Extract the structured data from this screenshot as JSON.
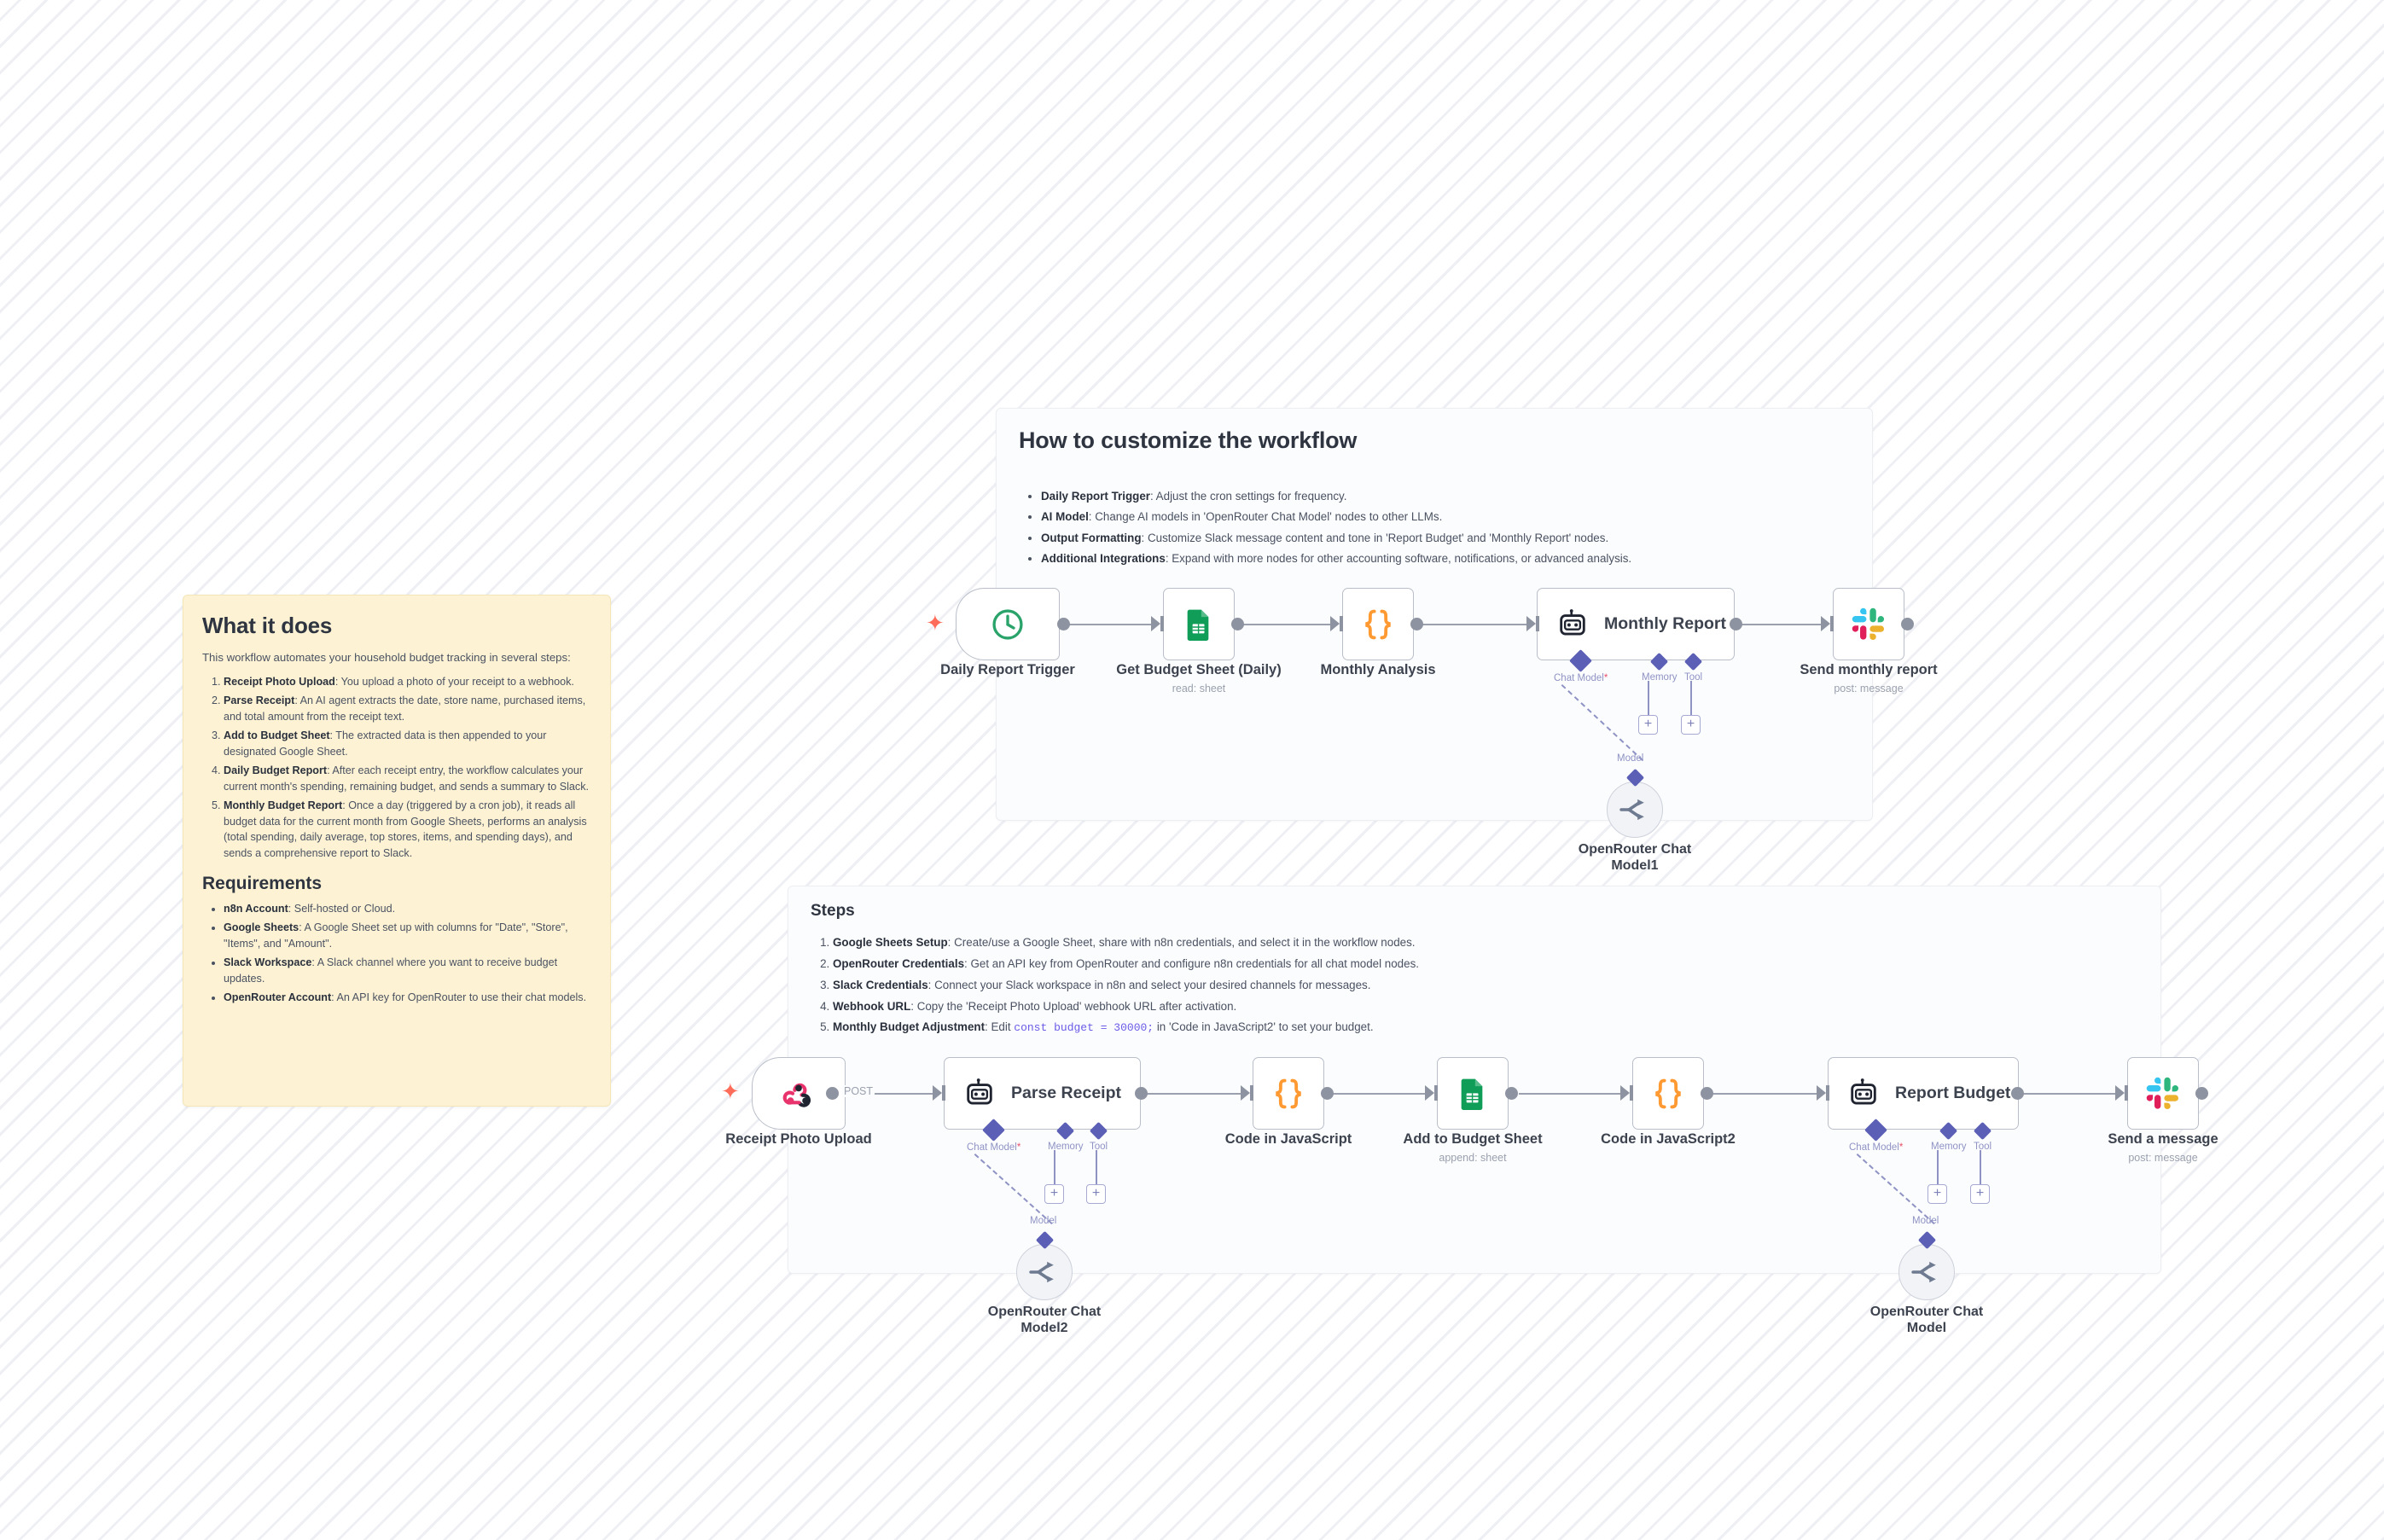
{
  "canvas": {
    "background_color": "#ffffff",
    "stripe_color": "#d6d8e4"
  },
  "notes": {
    "customize": {
      "title": "How to customize the workflow",
      "items": [
        {
          "term": "Daily Report Trigger",
          "text": ": Adjust the cron settings for frequency."
        },
        {
          "term": "AI Model",
          "text": ": Change AI models in 'OpenRouter Chat Model' nodes to other LLMs."
        },
        {
          "term": "Output Formatting",
          "text": ": Customize Slack message content and tone in 'Report Budget' and 'Monthly Report' nodes."
        },
        {
          "term": "Additional Integrations",
          "text": ": Expand with more nodes for other accounting software, notifications, or advanced analysis."
        }
      ]
    },
    "steps": {
      "title": "Steps",
      "items": [
        {
          "term": "Google Sheets Setup",
          "text": ": Create/use a Google Sheet, share with n8n credentials, and select it in the workflow nodes."
        },
        {
          "term": "OpenRouter Credentials",
          "text": ": Get an API key from OpenRouter and configure n8n credentials for all chat model nodes."
        },
        {
          "term": "Slack Credentials",
          "text": ": Connect your Slack workspace in n8n and select your desired channels for messages."
        },
        {
          "term": "Webhook URL",
          "text": ": Copy the 'Receipt Photo Upload' webhook URL after activation."
        },
        {
          "term": "Monthly Budget Adjustment",
          "text_before": ": Edit ",
          "code": "const budget = 30000;",
          "text_after": " in 'Code in JavaScript2' to set your budget."
        }
      ]
    },
    "what_it_does": {
      "title": "What it does",
      "intro": "This workflow automates your household budget tracking in several steps:",
      "steps": [
        {
          "term": "Receipt Photo Upload",
          "text": ": You upload a photo of your receipt to a webhook."
        },
        {
          "term": "Parse Receipt",
          "text": ": An AI agent extracts the date, store name, purchased items, and total amount from the receipt text."
        },
        {
          "term": "Add to Budget Sheet",
          "text": ": The extracted data is then appended to your designated Google Sheet."
        },
        {
          "term": "Daily Budget Report",
          "text": ": After each receipt entry, the workflow calculates your current month's spending, remaining budget, and sends a summary to Slack."
        },
        {
          "term": "Monthly Budget Report",
          "text": ": Once a day (triggered by a cron job), it reads all budget data for the current month from Google Sheets, performs an analysis (total spending, daily average, top stores, items, and spending days), and sends a comprehensive report to Slack."
        }
      ],
      "requirements_title": "Requirements",
      "requirements": [
        {
          "term": "n8n Account",
          "text": ": Self-hosted or Cloud."
        },
        {
          "term": "Google Sheets",
          "text": ": A Google Sheet set up with columns for \"Date\", \"Store\", \"Items\", and \"Amount\"."
        },
        {
          "term": "Slack Workspace",
          "text": ": A Slack channel where you want to receive budget updates."
        },
        {
          "term": "OpenRouter Account",
          "text": ": An API key for OpenRouter to use their chat models."
        }
      ]
    }
  },
  "workflow_top": {
    "nodes": [
      {
        "id": "daily-report-trigger",
        "title": "Daily Report Trigger",
        "subtitle": "",
        "icon": "clock-icon",
        "type": "trigger"
      },
      {
        "id": "get-budget-sheet-daily",
        "title": "Get Budget Sheet (Daily)",
        "subtitle": "read: sheet",
        "icon": "google-sheets-icon",
        "type": "action"
      },
      {
        "id": "monthly-analysis",
        "title": "Monthly Analysis",
        "subtitle": "",
        "icon": "code-braces-icon",
        "type": "action"
      },
      {
        "id": "monthly-report",
        "title": "Monthly Report",
        "subtitle": "",
        "icon": "ai-agent-robot-icon",
        "type": "agent"
      },
      {
        "id": "send-monthly-report",
        "title": "Send monthly report",
        "subtitle": "post: message",
        "icon": "slack-icon",
        "type": "action"
      }
    ],
    "agent_ports": [
      {
        "label": "Chat Model",
        "required": true
      },
      {
        "label": "Memory",
        "required": false
      },
      {
        "label": "Tool",
        "required": false
      }
    ],
    "model_node": {
      "id": "openrouter-chat-model1",
      "title_line1": "OpenRouter Chat",
      "title_line2": "Model1",
      "port_label": "Model",
      "icon": "openrouter-icon"
    }
  },
  "workflow_bottom": {
    "nodes": [
      {
        "id": "receipt-photo-upload",
        "title": "Receipt Photo Upload",
        "subtitle": "",
        "icon": "webhook-icon",
        "type": "trigger"
      },
      {
        "id": "parse-receipt",
        "title": "Parse Receipt",
        "subtitle": "",
        "icon": "ai-agent-robot-icon",
        "type": "agent"
      },
      {
        "id": "code-in-javascript",
        "title": "Code in JavaScript",
        "subtitle": "",
        "icon": "code-braces-icon",
        "type": "action"
      },
      {
        "id": "add-to-budget-sheet",
        "title": "Add to Budget Sheet",
        "subtitle": "append: sheet",
        "icon": "google-sheets-icon",
        "type": "action"
      },
      {
        "id": "code-in-javascript2",
        "title": "Code in JavaScript2",
        "subtitle": "",
        "icon": "code-braces-icon",
        "type": "action"
      },
      {
        "id": "report-budget",
        "title": "Report Budget",
        "subtitle": "",
        "icon": "ai-agent-robot-icon",
        "type": "agent"
      },
      {
        "id": "send-a-message",
        "title": "Send a message",
        "subtitle": "post: message",
        "icon": "slack-icon",
        "type": "action"
      }
    ],
    "connection_label": "POST",
    "agent_ports": [
      {
        "label": "Chat Model",
        "required": true
      },
      {
        "label": "Memory",
        "required": false
      },
      {
        "label": "Tool",
        "required": false
      }
    ],
    "model_nodes": [
      {
        "id": "openrouter-chat-model2",
        "title_line1": "OpenRouter Chat",
        "title_line2": "Model2",
        "port_label": "Model",
        "icon": "openrouter-icon"
      },
      {
        "id": "openrouter-chat-model",
        "title_line1": "OpenRouter Chat",
        "title_line2": "Model",
        "port_label": "Model",
        "icon": "openrouter-icon"
      }
    ]
  },
  "colors": {
    "google_sheets_green": "#0f9d58",
    "code_orange": "#ff9932",
    "clock_green": "#29a36a",
    "webhook_pink": "#e8336d",
    "slack_blue": "#36c5f0",
    "openrouter_slate": "#6e7a90",
    "agent_dark": "#1f2430",
    "port_purple": "#5b5fb5",
    "trigger_bolt": "#ff6d5a"
  }
}
